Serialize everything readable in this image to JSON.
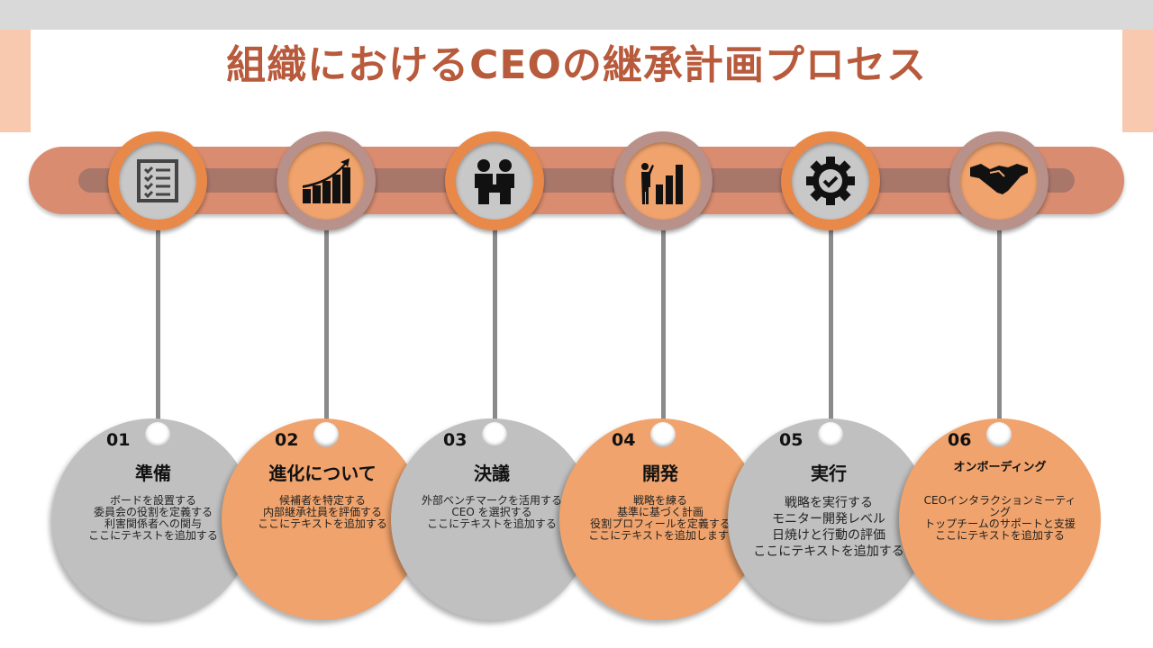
{
  "title": "組織におけるCEOの継承計画プロセス",
  "steps": [
    {
      "number": "01",
      "heading": "準備",
      "icon": "checklist-icon",
      "lines": [
        "ボードを設置する",
        "委員会の役割を定義する",
        "利害関係者への関与",
        "ここにテキストを追加する"
      ]
    },
    {
      "number": "02",
      "heading": "進化について",
      "icon": "growth-chart-icon",
      "lines": [
        "候補者を特定する",
        "内部継承社員を評価する",
        "ここにテキストを追加する"
      ]
    },
    {
      "number": "03",
      "heading": "決議",
      "icon": "two-businessmen-icon",
      "lines": [
        "外部ベンチマークを活用する",
        "CEO を選択する",
        "ここにテキストを追加する"
      ]
    },
    {
      "number": "04",
      "heading": "開発",
      "icon": "presenter-chart-icon",
      "lines": [
        "戦略を練る",
        "基準に基づく計画",
        "役割プロフィールを定義する",
        "ここにテキストを追加します."
      ]
    },
    {
      "number": "05",
      "heading": "実行",
      "icon": "gear-check-icon",
      "lines": [
        "戦略を実行する",
        "モニター開発レベル",
        "日焼けと行動の評価",
        "ここにテキストを追加する"
      ]
    },
    {
      "number": "06",
      "heading": "オンボーディング",
      "icon": "handshake-icon",
      "lines": [
        "CEOインタラクションミーティング",
        "トップチームのサポートと支援",
        "ここにテキストを追加する"
      ]
    }
  ]
}
